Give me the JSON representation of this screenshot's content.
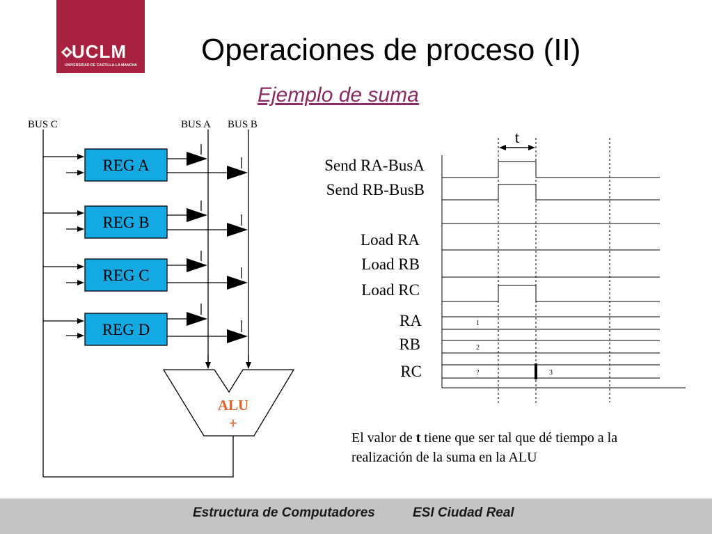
{
  "logo": {
    "word": "UCLM",
    "subtitle": "UNIVERSIDAD DE CASTILLA-LA MANCHA",
    "color": "#a8213f"
  },
  "title": "Operaciones de proceso (II)",
  "subtitle": "Ejemplo de suma",
  "buses": {
    "c": "BUS C",
    "a": "BUS A",
    "b": "BUS B"
  },
  "registers": [
    "REG A",
    "REG B",
    "REG C",
    "REG D"
  ],
  "register_color": "#15a9e3",
  "alu": {
    "label": "ALU",
    "op": "+",
    "color": "#e0622a"
  },
  "timing": {
    "t_label": "t",
    "signals": [
      "Send RA-BusA",
      "Send RB-BusB",
      "Load RA",
      "Load RB",
      "Load RC",
      "RA",
      "RB",
      "RC"
    ],
    "values": {
      "ra": "1",
      "rb": "2",
      "rc_before": "?",
      "rc_after": "3"
    }
  },
  "note": {
    "before": "El valor de ",
    "bold": "t",
    "after": " tiene que ser tal que dé tiempo a la realización de la suma en la ALU"
  },
  "footer": {
    "course": "Estructura de Computadores",
    "school": "ESI Ciudad Real"
  }
}
